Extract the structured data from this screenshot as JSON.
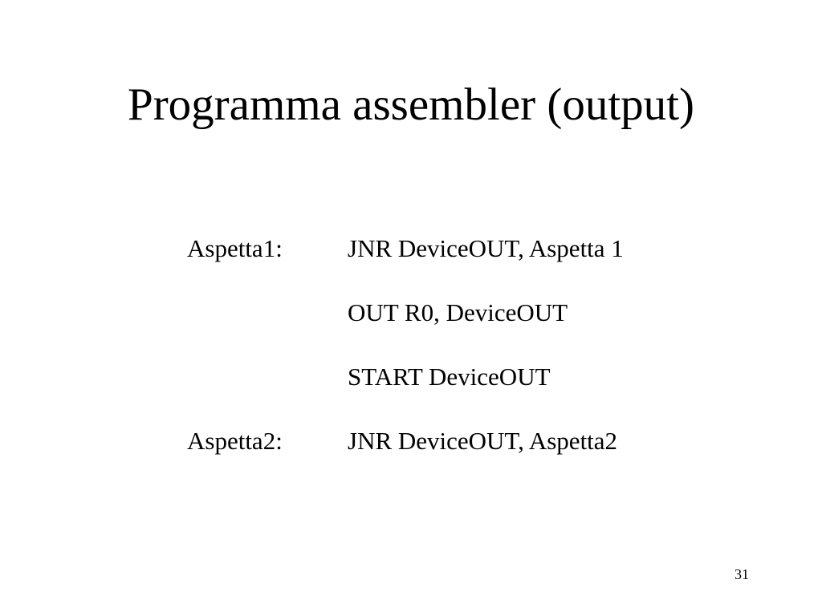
{
  "slide": {
    "title": "Programma assembler (output)",
    "page_number": "31",
    "background_color": "#ffffff",
    "text_color": "#000000",
    "listing": [
      {
        "label": "Aspetta1:",
        "instruction": "JNR DeviceOUT, Aspetta 1"
      },
      {
        "label": "",
        "instruction": "OUT R0, DeviceOUT"
      },
      {
        "label": "",
        "instruction": "START DeviceOUT"
      },
      {
        "label": "Aspetta2:",
        "instruction": "JNR DeviceOUT, Aspetta2"
      }
    ]
  }
}
